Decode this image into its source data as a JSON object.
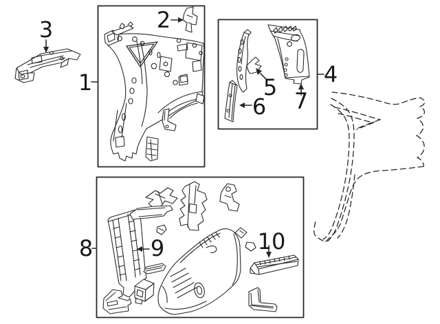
{
  "colors": {
    "line": "#2a2627",
    "background": "#ffffff"
  },
  "callouts": [
    {
      "num": "1"
    },
    {
      "num": "2"
    },
    {
      "num": "3"
    },
    {
      "num": "4"
    },
    {
      "num": "5"
    },
    {
      "num": "6"
    },
    {
      "num": "7"
    },
    {
      "num": "8"
    },
    {
      "num": "9"
    },
    {
      "num": "10"
    }
  ]
}
